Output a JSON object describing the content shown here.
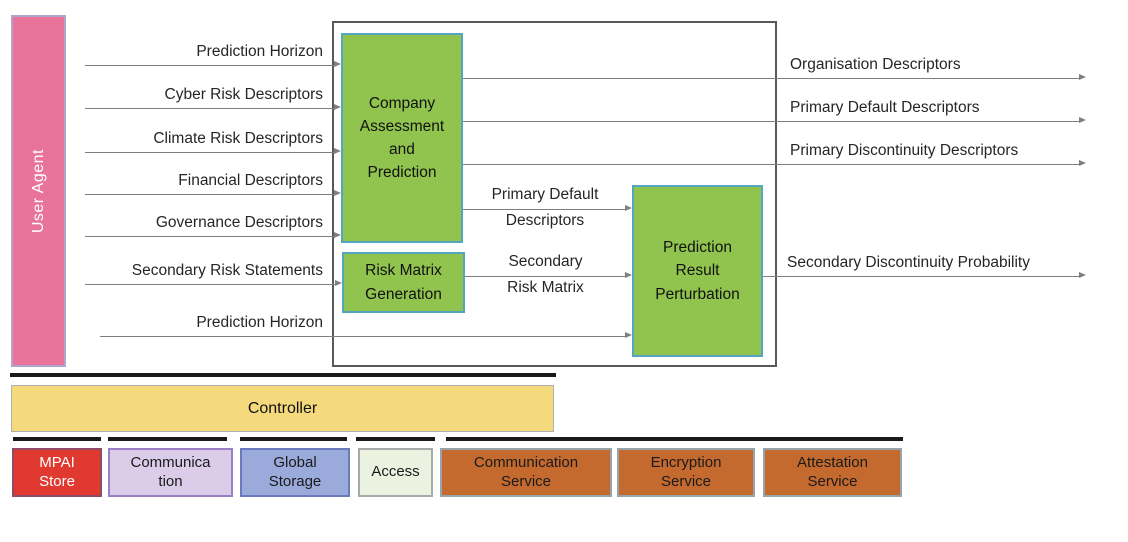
{
  "user_agent": {
    "label": "User Agent"
  },
  "inputs": [
    {
      "label": "Prediction Horizon"
    },
    {
      "label": "Cyber Risk Descriptors"
    },
    {
      "label": "Climate Risk Descriptors"
    },
    {
      "label": "Financial Descriptors"
    },
    {
      "label": "Governance Descriptors"
    },
    {
      "label": "Secondary Risk Statements"
    },
    {
      "label": "Prediction Horizon"
    }
  ],
  "aims": {
    "company": "Company\nAssessment\nand\nPrediction",
    "risk_matrix": "Risk Matrix\nGeneration",
    "perturbation": "Prediction\nResult\nPerturbation"
  },
  "flows": {
    "primary_default": {
      "line1": "Primary Default",
      "line2": "Descriptors"
    },
    "secondary_risk_matrix": {
      "line1": "Secondary",
      "line2": "Risk Matrix"
    }
  },
  "outputs": [
    {
      "label": "Organisation Descriptors"
    },
    {
      "label": "Primary Default Descriptors"
    },
    {
      "label": "Primary Discontinuity Descriptors"
    },
    {
      "label": "Secondary Discontinuity Probability"
    }
  ],
  "controller": {
    "label": "Controller"
  },
  "services": [
    {
      "label": "MPAI\nStore"
    },
    {
      "label": "Communica\ntion"
    },
    {
      "label": "Global\nStorage"
    },
    {
      "label": "Access"
    },
    {
      "label": "Communication\nService"
    },
    {
      "label": "Encryption\nService"
    },
    {
      "label": "Attestation\nService"
    }
  ],
  "colors": {
    "user_agent_pink": "#e8739b",
    "aim_green": "#90c44e",
    "aim_border_teal": "#54a6c0",
    "frame_gray": "#595959",
    "line_gray": "#7f7f7f",
    "controller_yellow": "#f5d97d",
    "bar_black": "#1a1a1a",
    "mpai_store_red": "#e03a30",
    "communication_lavender": "#dbcde9",
    "global_storage_blue": "#99aadb",
    "access_pale_green": "#ebf2df",
    "service_brown": "#c56a2e"
  }
}
